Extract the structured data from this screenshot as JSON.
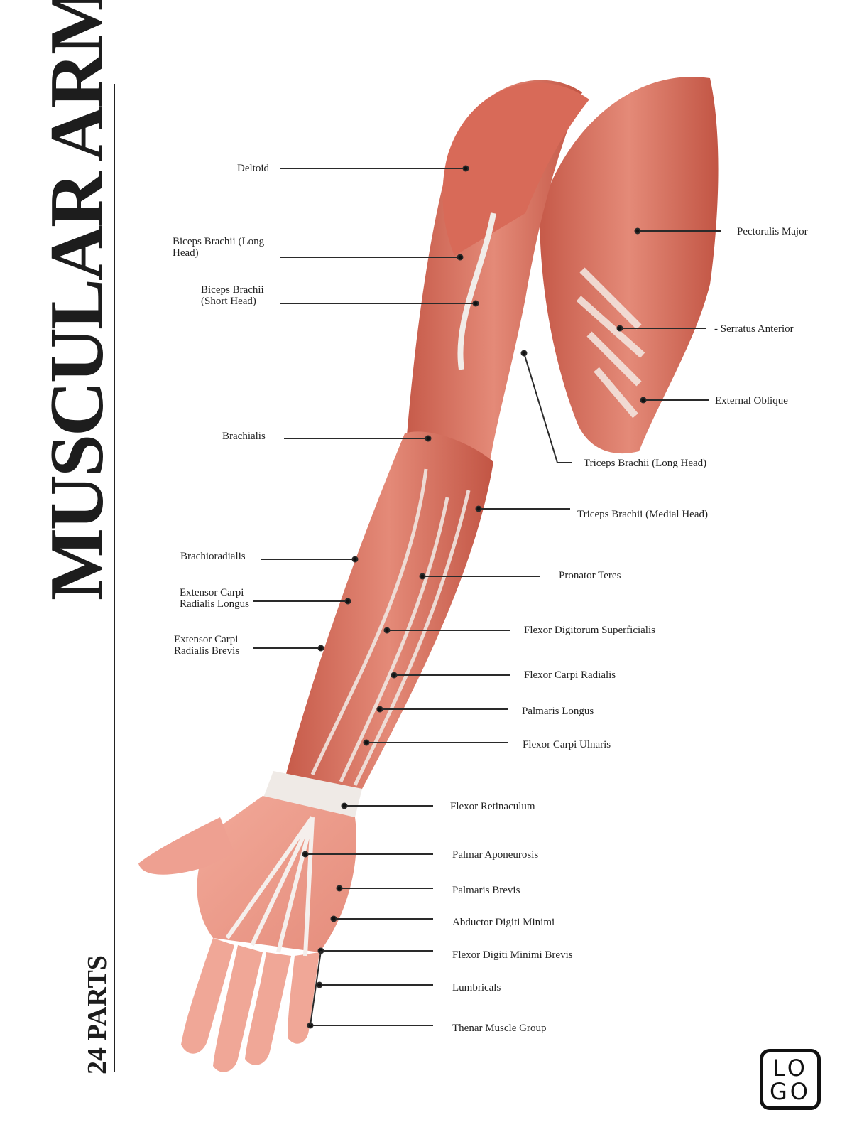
{
  "title": "MUSCULAR ARM",
  "subtitle": "24 PARTS",
  "logo": {
    "line1": "LO",
    "line2": "GO"
  },
  "colors": {
    "muscle": "#d9705f",
    "muscle_dark": "#b54a3c",
    "tendon": "#eeeae6",
    "ink": "#1d1d1d"
  },
  "labels": {
    "deltoid": "Deltoid",
    "biceps_long": "Biceps Brachii (Long Head)",
    "biceps_short": "Biceps Brachii (Short Head)",
    "brachialis": "Brachialis",
    "brachioradialis": "Brachioradialis",
    "ecrl": "Extensor Carpi Radialis Longus",
    "ecrb": "Extensor Carpi Radialis Brevis",
    "pectoralis": "Pectoralis Major",
    "serratus": "- Serratus Anterior",
    "oblique": "External Oblique",
    "triceps_long": "Triceps Brachii (Long Head)",
    "triceps_medial": "Triceps Brachii (Medial Head)",
    "pronator": "Pronator Teres",
    "fds": "Flexor Digitorum Superficialis",
    "fcr": "Flexor Carpi Radialis",
    "palmaris_longus": "Palmaris Longus",
    "fcu": "Flexor Carpi Ulnaris",
    "retinaculum": "Flexor Retinaculum",
    "aponeurosis": "Palmar Aponeurosis",
    "palmaris_brevis": "Palmaris Brevis",
    "adm": "Abductor Digiti Minimi",
    "fdmb": "Flexor Digiti Minimi Brevis",
    "lumbricals": "Lumbricals",
    "thenar": "Thenar Muscle Group"
  }
}
